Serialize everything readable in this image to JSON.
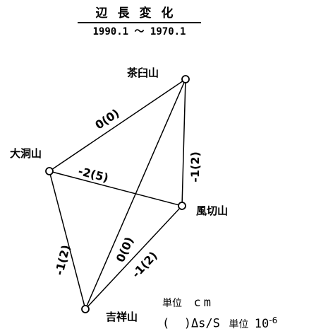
{
  "title": "辺長変化",
  "period": "1990.1 ～ 1970.1",
  "stations": {
    "chausuyama": "茶臼山",
    "oborayama": "大洞山",
    "kazakiriyama": "風切山",
    "kisshoyama": "吉祥山"
  },
  "edges": {
    "chausuyama_oborayama": "0(0)",
    "chausuyama_kazakiriyama": "-1(2)",
    "chausuyama_kisshoyama": "0(0)",
    "oborayama_kazakiriyama": "-2(5)",
    "oborayama_kisshoyama": "-1(2)",
    "kazakiriyama_kisshoyama": "-1(2)"
  },
  "legend": {
    "unit_label": "単位",
    "unit_value": "cm",
    "ratio_label": "(  )Δs/S",
    "ratio_unit_label": "単位",
    "ratio_unit_base": "10",
    "ratio_unit_exp": "-6"
  }
}
